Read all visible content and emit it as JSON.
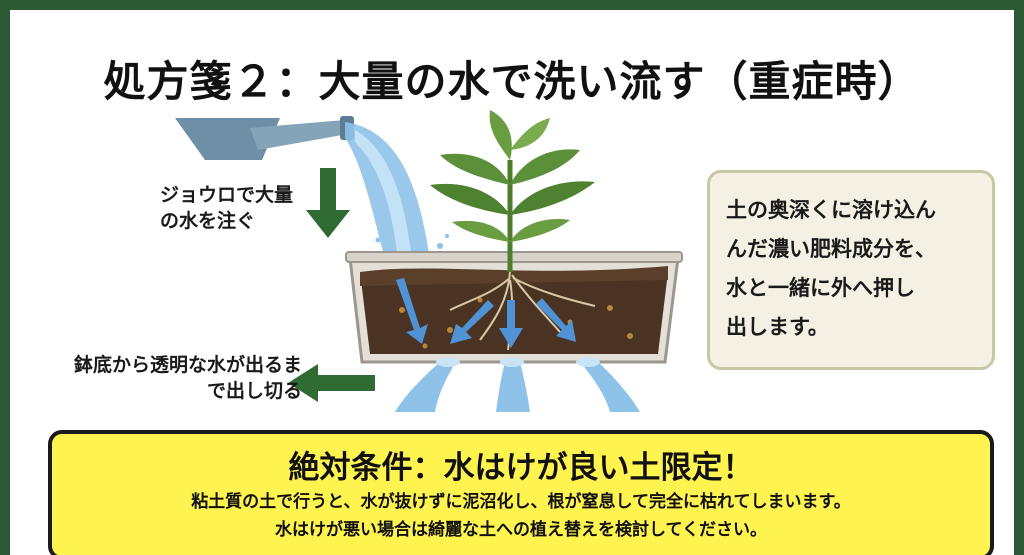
{
  "title": "処方箋２：大量の水で洗い流す（重症時）",
  "labels": {
    "pour": "ジョウロで大量の水を注ぐ",
    "drain": "鉢底から透明な水が出るまで出し切る"
  },
  "info_box": {
    "lines": [
      "土の奥深くに溶け込ん",
      "んだ濃い肥料成分を、",
      "水と一緒に外へ押し",
      "出します。"
    ]
  },
  "warning": {
    "title": "絶対条件：水はけが良い土限定！",
    "line1": "粘土質の土で行うと、水が抜けずに泥沼化し、根が窒息して完全に枯れてしまいます。",
    "line2": "水はけが悪い場合は綺麗な土への植え替えを検討してください。"
  },
  "colors": {
    "frame": "#2d5a35",
    "water": "#8fc2e8",
    "soil": "#4a3322",
    "leaf": "#5c8f3a",
    "arrow_green": "#2f6b32",
    "arrow_blue": "#4f93d6",
    "warning_bg": "#fff44f",
    "info_bg": "#f4f1e4"
  },
  "icons": [
    "watering-can-icon",
    "plant-icon",
    "pot-icon",
    "water-stream-icon",
    "down-arrow-icon",
    "left-arrow-icon"
  ]
}
